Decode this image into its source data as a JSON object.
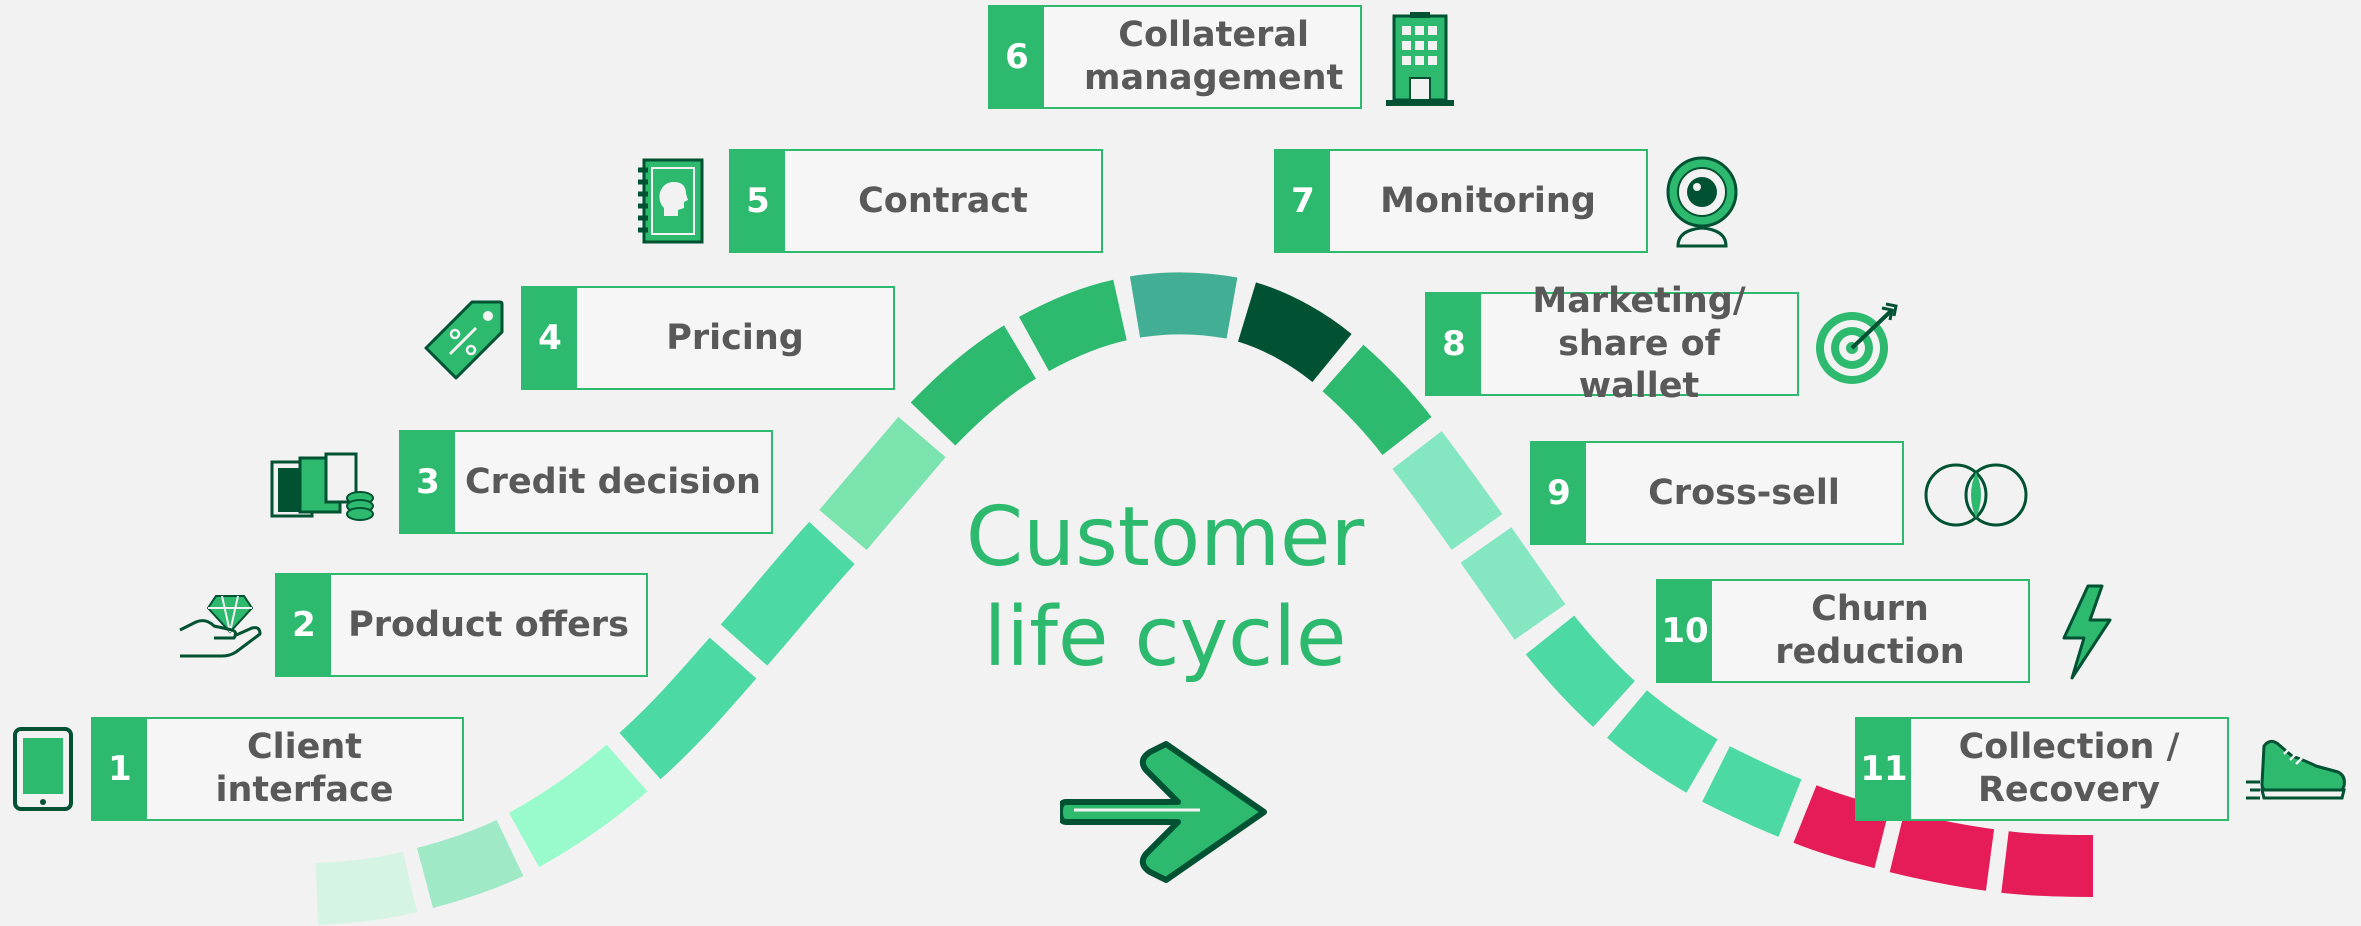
{
  "title": {
    "line1": "Customer",
    "line2": "life cycle"
  },
  "colors": {
    "accent": "#2dba6f",
    "dark": "#005232",
    "teal": "#42af94",
    "red": "#e51c58",
    "text": "#595959"
  },
  "steps": [
    {
      "number": "1",
      "label": "Client interface",
      "icon": "tablet-icon"
    },
    {
      "number": "2",
      "label": "Product offers",
      "icon": "hand-diamond-icon"
    },
    {
      "number": "3",
      "label": "Credit decision",
      "icon": "money-stack-icon"
    },
    {
      "number": "4",
      "label": "Pricing",
      "icon": "price-tag-icon"
    },
    {
      "number": "5",
      "label": "Contract",
      "icon": "contract-book-icon"
    },
    {
      "number": "6",
      "label": "Collateral management",
      "icon": "building-icon"
    },
    {
      "number": "7",
      "label": "Monitoring",
      "icon": "webcam-icon"
    },
    {
      "number": "8",
      "label": "Marketing/ share of wallet",
      "icon": "target-icon"
    },
    {
      "number": "9",
      "label": "Cross-sell",
      "icon": "overlapping-circles-icon"
    },
    {
      "number": "10",
      "label": "Churn reduction",
      "icon": "lightning-icon"
    },
    {
      "number": "11",
      "label": "Collection / Recovery",
      "icon": "sneaker-icon"
    }
  ]
}
